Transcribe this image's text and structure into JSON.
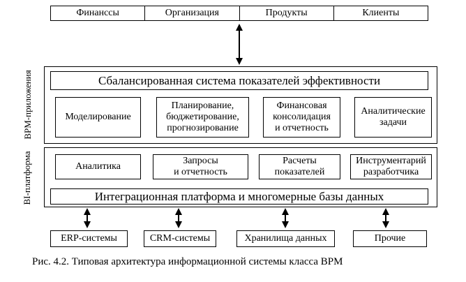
{
  "top_categories": [
    "Финанссы",
    "Организация",
    "Продукты",
    "Клиенты"
  ],
  "bpm": {
    "label": "BPM-приложения",
    "header": "Сбалансированная система показателей эффективности",
    "modules": [
      "Моделирование",
      "Планирование,\nбюджетирование,\nпрогнозирование",
      "Финансовая\nконсолидация\nи отчетность",
      "Аналитические\nзадачи"
    ]
  },
  "bi": {
    "label": "BI-платформа",
    "modules": [
      "Аналитика",
      "Запросы\nи отчетность",
      "Расчеты\nпоказателей",
      "Инструментарий\nразработчика"
    ],
    "footer": "Интеграционная платформа и многомерные базы данных"
  },
  "sources": [
    "ERP-системы",
    "CRM-системы",
    "Хранилища данных",
    "Прочие"
  ],
  "caption": "Рис. 4.2. Типовая архитектура информационной системы класса BPM"
}
